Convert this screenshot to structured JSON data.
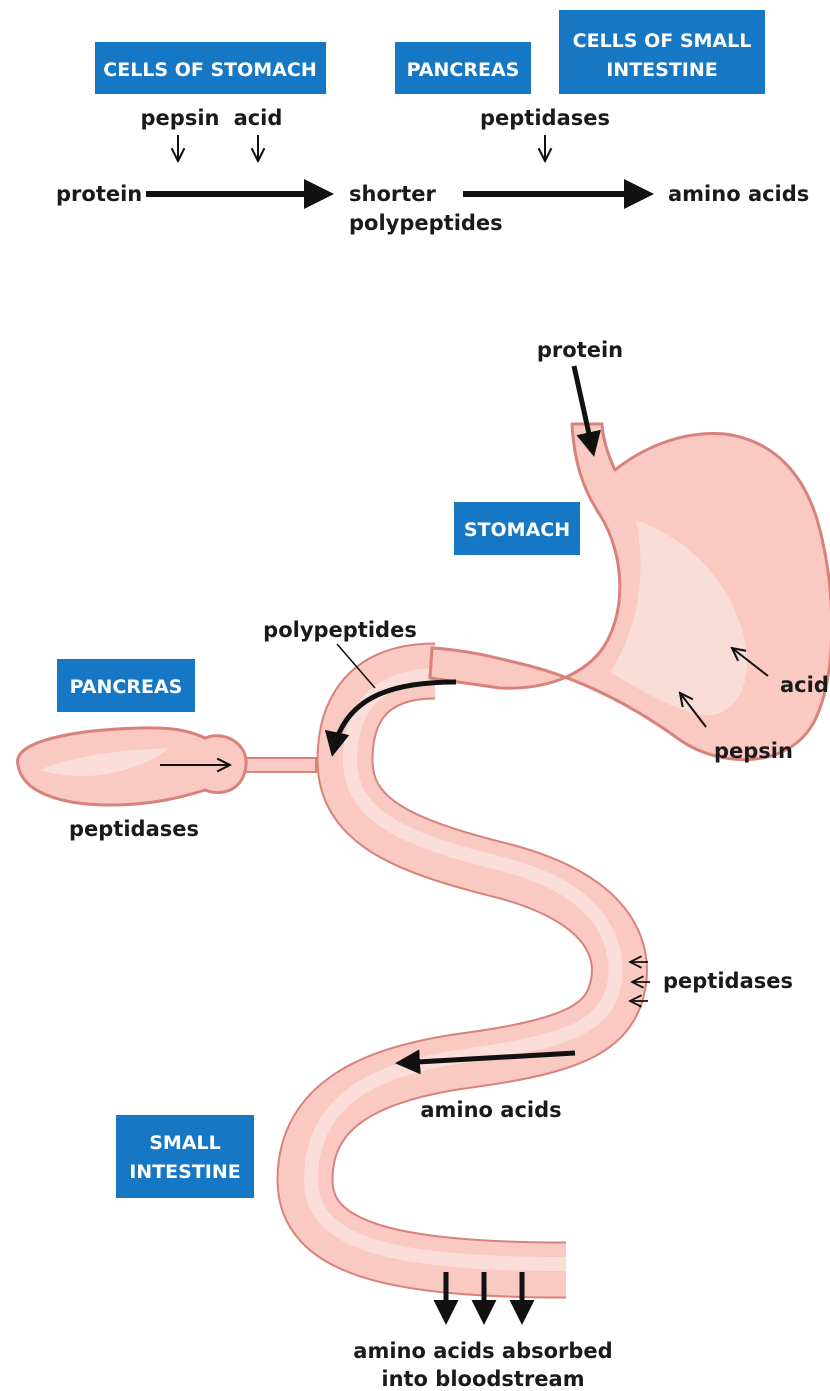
{
  "colors": {
    "box_blue": "#1677c5",
    "organ_fill": "#f9c9c2",
    "organ_inner": "#fbe0dc",
    "organ_stroke": "#d9827c",
    "arrow": "#111111"
  },
  "pathway": {
    "boxes": {
      "cells_of_stomach": "CELLS OF STOMACH",
      "pancreas": "PANCREAS",
      "cells_of_small_intestine_line1": "CELLS OF SMALL",
      "cells_of_small_intestine_line2": "INTESTINE"
    },
    "enzymes": {
      "pepsin": "pepsin",
      "acid": "acid",
      "peptidases": "peptidases"
    },
    "substances": {
      "protein": "protein",
      "shorter_line1": "shorter",
      "shorter_line2": "polypeptides",
      "amino_acids": "amino acids"
    }
  },
  "anatomy": {
    "protein_in": "protein",
    "stomach_box": "STOMACH",
    "polypeptides": "polypeptides",
    "acid": "acid",
    "pepsin": "pepsin",
    "pancreas_box": "PANCREAS",
    "pancreas_peptidases": "peptidases",
    "intestine_peptidases": "peptidases",
    "amino_acids": "amino acids",
    "small_intestine_line1": "SMALL",
    "small_intestine_line2": "INTESTINE",
    "absorbed_line1": "amino acids absorbed",
    "absorbed_line2": "into bloodstream"
  }
}
